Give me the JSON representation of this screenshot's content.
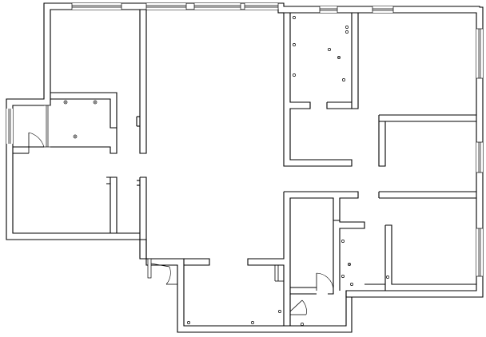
{
  "drawing": {
    "line_color": "#000000",
    "background_color": "#ffffff"
  },
  "rooms": [
    {
      "id": "upper-left-room"
    },
    {
      "id": "left-closet"
    },
    {
      "id": "left-balcony"
    },
    {
      "id": "lower-left-room"
    },
    {
      "id": "central-living-area"
    },
    {
      "id": "upper-middle-bathroom"
    },
    {
      "id": "upper-right-room"
    },
    {
      "id": "middle-right-room"
    },
    {
      "id": "lower-middle-bathroom"
    },
    {
      "id": "small-utility-room"
    },
    {
      "id": "lower-right-room"
    },
    {
      "id": "bottom-balcony"
    }
  ],
  "legend_text": []
}
